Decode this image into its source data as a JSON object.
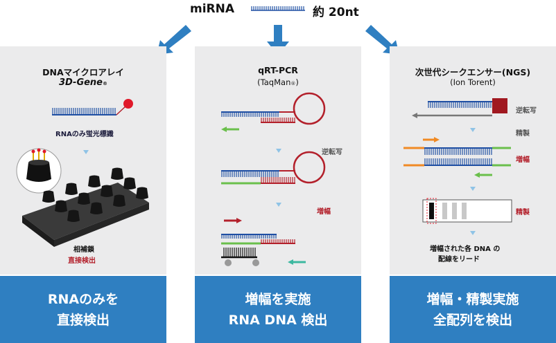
{
  "header": {
    "mirna_label": "miRNA",
    "length_label": "約 20nt"
  },
  "panels": [
    {
      "title": "DNAマイクロアレイ",
      "subtitle": "3D-Gene",
      "subtitle_mark": "®",
      "labels": {
        "probe": "RNAのみ蛍光標識",
        "hybrid": "相補鎖",
        "detect": "直接検出"
      },
      "footer": [
        "RNAのみを",
        "直接検出"
      ]
    },
    {
      "title": "qRT-PCR",
      "subtitle": "(TaqMan",
      "subtitle_mark": "®",
      "subtitle_close": ")",
      "labels": {
        "rt": "逆転写",
        "amp": "増幅"
      },
      "footer": [
        "増幅を実施",
        "RNA DNA 検出"
      ]
    },
    {
      "title": "次世代シークエンサー(NGS)",
      "subtitle": "(Ion Torent)",
      "labels": {
        "rt": "逆転写",
        "purify1": "精製",
        "amp": "増幅",
        "purify2": "精製",
        "read1": "増幅された各 DNA の",
        "read2": "配線をリード"
      },
      "footer": [
        "増幅・精製実施",
        "全配列を検出"
      ]
    }
  ],
  "colors": {
    "panel_bg": "#ebebec",
    "footer_bg": "#2f7fc1",
    "arrow": "#2f7fc1",
    "dna_blue": "#1f4fa3",
    "dna_red": "#b3202b",
    "green": "#6abf4b",
    "orange": "#f08a24"
  }
}
